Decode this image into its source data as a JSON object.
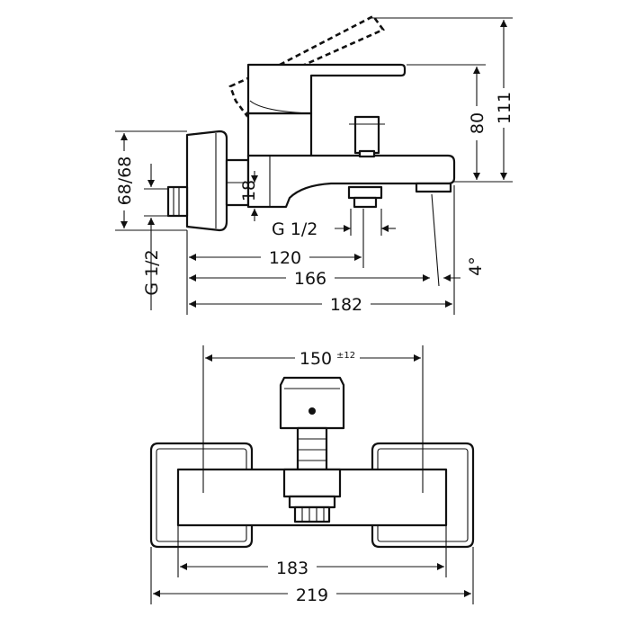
{
  "side_view": {
    "dimensions": {
      "d120": "120",
      "d166": "166",
      "d182": "182",
      "d80": "80",
      "d111": "111",
      "d18": "18",
      "d6868": "68/68",
      "thread_outlet": "G 1/2",
      "thread_inlet": "G 1/2",
      "angle": "4°"
    }
  },
  "front_view": {
    "dimensions": {
      "d150": "150",
      "d150_tol": "±12",
      "d183": "183",
      "d219": "219"
    }
  }
}
